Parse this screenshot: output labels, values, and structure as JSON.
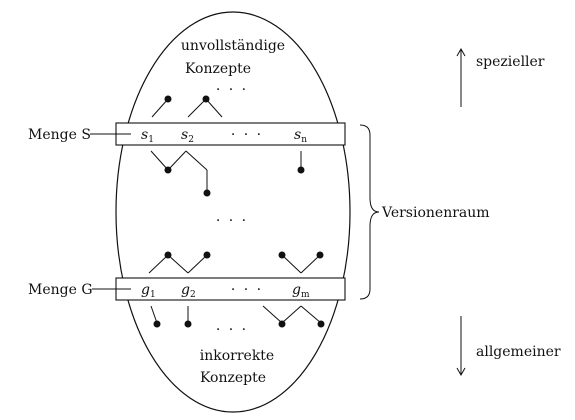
{
  "top_label_line1": "unvollständige",
  "top_label_line2": "Konzepte",
  "bottom_label_line1": "inkorrekte",
  "bottom_label_line2": "Konzepte",
  "set_s_label": "Menge S",
  "set_g_label": "Menge G",
  "s_band": {
    "s1": "1",
    "s2": "2",
    "sn": "n",
    "var": "s"
  },
  "g_band": {
    "g1": "1",
    "g2": "2",
    "gm": "m",
    "var": "g"
  },
  "version_space_label": "Versionenraum",
  "up_arrow_label": "spezieller",
  "down_arrow_label": "allgemeiner",
  "ellipsis": "· · ·"
}
